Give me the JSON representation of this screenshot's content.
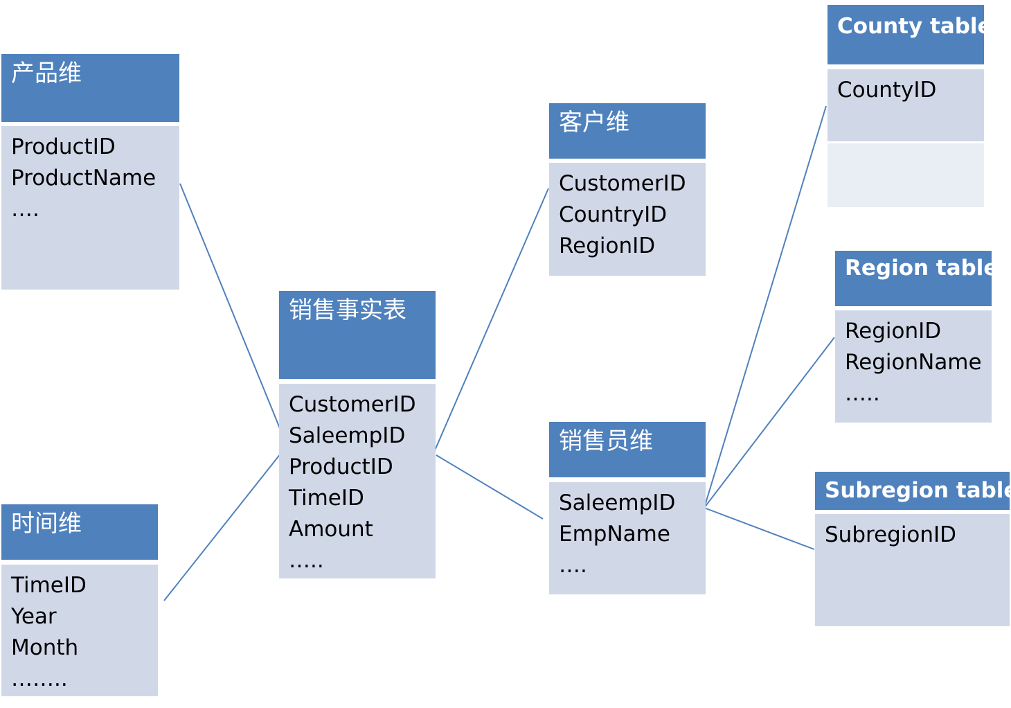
{
  "colors": {
    "header": "#4f81bd",
    "body": "#d0d8e8",
    "body_alt": "#e9edf4",
    "connector": "#4f81bd"
  },
  "tables": {
    "product": {
      "title": "产品维",
      "fields": [
        "ProductID",
        "ProductName",
        "…."
      ]
    },
    "time": {
      "title": "时间维",
      "fields": [
        "TimeID",
        "Year",
        "Month",
        "…….."
      ]
    },
    "sales_fact": {
      "title": "销售事实表",
      "fields": [
        "CustomerID",
        "SaleempID",
        "ProductID",
        "TimeID",
        "Amount",
        "….."
      ]
    },
    "customer": {
      "title": "客户维",
      "fields": [
        "CustomerID",
        "CountryID",
        "RegionID"
      ]
    },
    "salesperson": {
      "title": "销售员维",
      "fields": [
        "SaleempID",
        "EmpName",
        "…."
      ]
    },
    "county": {
      "title": "County table",
      "fields": [
        "CountyID"
      ]
    },
    "region": {
      "title": "Region table",
      "fields": [
        "RegionID",
        "RegionName",
        "….."
      ]
    },
    "subregion": {
      "title": "Subregion table",
      "fields": [
        "SubregionID"
      ]
    }
  }
}
